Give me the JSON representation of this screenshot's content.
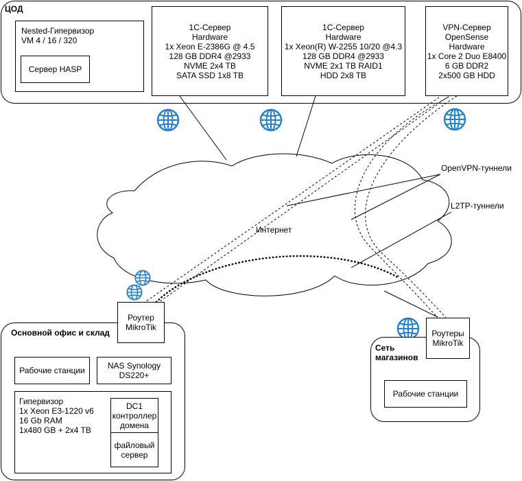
{
  "dc": {
    "title": "ЦОД",
    "hypervisor": {
      "lines": [
        "Nested-Гипервизор",
        "VM 4 / 16 / 320"
      ]
    },
    "hasp": "Сервер HASP",
    "server1": {
      "lines": [
        "1С-Сервер",
        "Hardware",
        "1x Xeon E-2386G @ 4.5",
        "128 GB DDR4 @2933",
        "NVME 2x4 TB",
        "SATA SSD 1x8 TB"
      ]
    },
    "server2": {
      "lines": [
        "1С-Сервер",
        "Hardware",
        "1x Xeon(R) W-2255 10/20 @4.3",
        "128 GB DDR4 @2933",
        "NVME 2x1 TB RAID1",
        "HDD 2x8 TB"
      ]
    },
    "vpn": {
      "lines": [
        "VPN-Сервер",
        "OpenSense",
        "Hardware",
        "1x Core 2 Duo E8400",
        "6 GB DDR2",
        "2x500 GB HDD"
      ]
    }
  },
  "internet": "Интернет",
  "labels": {
    "openvpn": "OpenVPN-туннели",
    "l2tp": "L2TP-туннели"
  },
  "office": {
    "title": "Основной офис и склад",
    "router": [
      "Роутер",
      "MikroTik"
    ],
    "workstations": "Рабочие станции",
    "nas": [
      "NAS Synology",
      "DS220+"
    ],
    "hypervisor": [
      "Гипервизор",
      "1x Xeon E3-1220 v6",
      "16 Gb RAM",
      "1x480 GB + 2x4 TB"
    ],
    "dc1": [
      "DC1",
      "контроллер",
      "домена"
    ],
    "fileserver": [
      "файловый",
      "сервер"
    ]
  },
  "stores": {
    "title": [
      "Сеть",
      "магазинов"
    ],
    "routers": [
      "Роутеры",
      "MikroTik"
    ],
    "workstations": "Рабочие станции"
  },
  "colors": {
    "globe": "#1e7fd4",
    "line": "#000000",
    "background": "#ffffff"
  },
  "icons": {
    "globe": "globe-icon"
  }
}
